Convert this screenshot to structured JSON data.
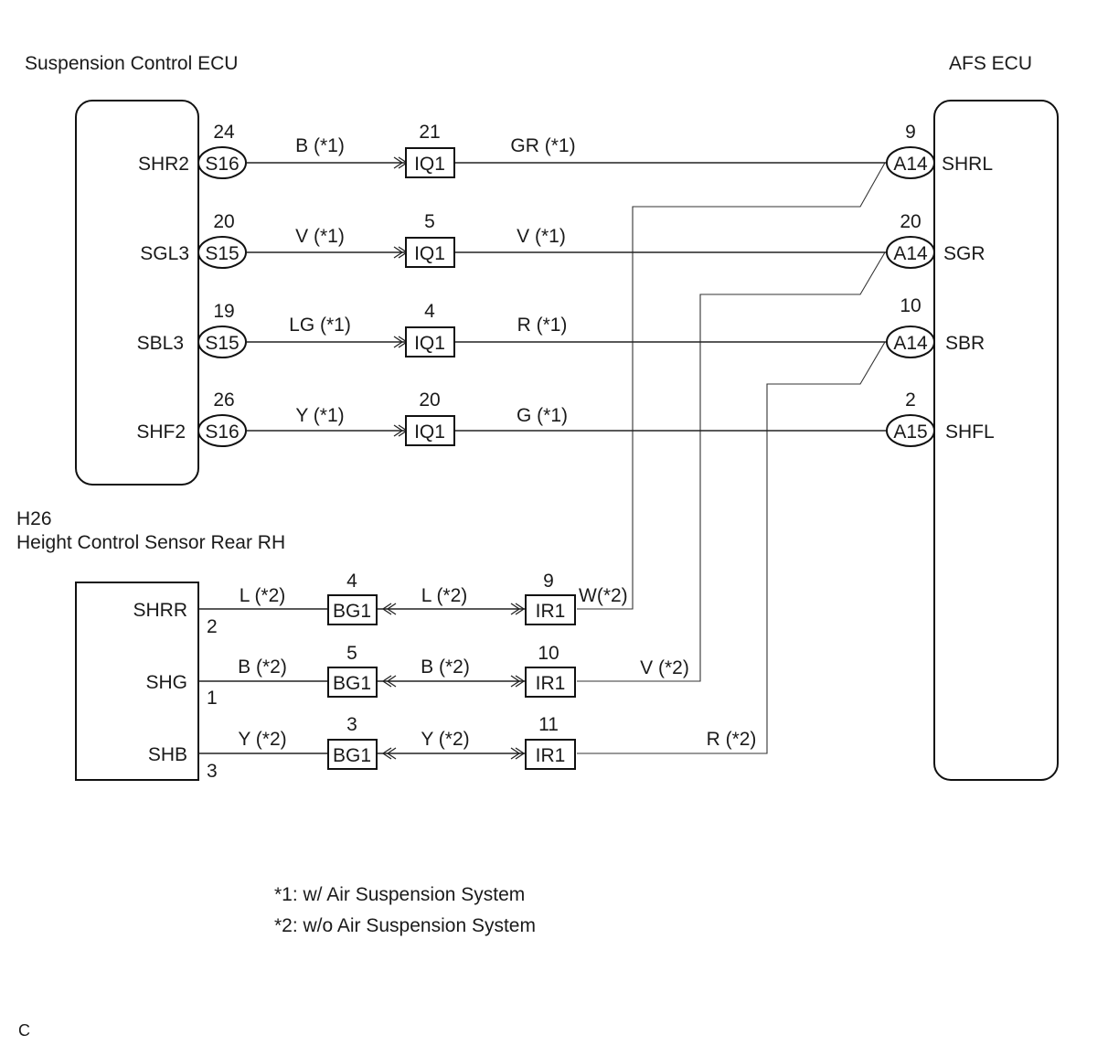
{
  "components": {
    "suspension_ecu": {
      "title": "Suspension Control ECU"
    },
    "afs_ecu": {
      "title": "AFS ECU"
    },
    "sensor": {
      "code": "H26",
      "title": "Height Control Sensor Rear RH"
    }
  },
  "upper_circuits": [
    {
      "ecu_terminal": "SHR2",
      "ecu_connector": "S16",
      "ecu_pin": "24",
      "wire1": "B (*1)",
      "junction": "IQ1",
      "junction_pin": "21",
      "wire2": "GR (*1)",
      "afs_connector": "A14",
      "afs_pin": "9",
      "afs_terminal": "SHRL"
    },
    {
      "ecu_terminal": "SGL3",
      "ecu_connector": "S15",
      "ecu_pin": "20",
      "wire1": "V (*1)",
      "junction": "IQ1",
      "junction_pin": "5",
      "wire2": "V (*1)",
      "afs_connector": "A14",
      "afs_pin": "20",
      "afs_terminal": "SGR"
    },
    {
      "ecu_terminal": "SBL3",
      "ecu_connector": "S15",
      "ecu_pin": "19",
      "wire1": "LG (*1)",
      "junction": "IQ1",
      "junction_pin": "4",
      "wire2": "R (*1)",
      "afs_connector": "A14",
      "afs_pin": "10",
      "afs_terminal": "SBR"
    },
    {
      "ecu_terminal": "SHF2",
      "ecu_connector": "S16",
      "ecu_pin": "26",
      "wire1": "Y (*1)",
      "junction": "IQ1",
      "junction_pin": "20",
      "wire2": "G (*1)",
      "afs_connector": "A15",
      "afs_pin": "2",
      "afs_terminal": "SHFL"
    }
  ],
  "lower_circuits": [
    {
      "sensor_terminal": "SHRR",
      "sensor_pin": "2",
      "wire1": "L (*2)",
      "bg": "BG1",
      "bg_pin": "4",
      "wire2": "L (*2)",
      "ir": "IR1",
      "ir_pin": "9",
      "wire3": "W(*2)"
    },
    {
      "sensor_terminal": "SHG",
      "sensor_pin": "1",
      "wire1": "B (*2)",
      "bg": "BG1",
      "bg_pin": "5",
      "wire2": "B (*2)",
      "ir": "IR1",
      "ir_pin": "10",
      "wire3": "V (*2)"
    },
    {
      "sensor_terminal": "SHB",
      "sensor_pin": "3",
      "wire1": "Y (*2)",
      "bg": "BG1",
      "bg_pin": "3",
      "wire2": "Y (*2)",
      "ir": "IR1",
      "ir_pin": "11",
      "wire3": "R (*2)"
    }
  ],
  "notes": [
    "*1: w/ Air Suspension System",
    "*2: w/o Air Suspension System"
  ],
  "corner_code": "C"
}
